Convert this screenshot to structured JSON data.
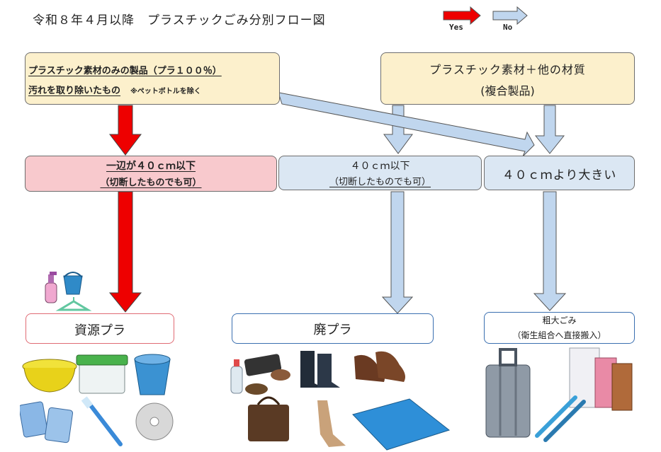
{
  "title": "令和８年４月以降　プラスチックごみ分別フロー図",
  "legend": {
    "yes": "Yes",
    "no": "No",
    "yes_color": "#ee0000",
    "no_color": "#c0d6ee"
  },
  "source_left": {
    "line1": "プラスチック素材のみの製品（プラ１００％）",
    "line2": "汚れを取り除いたもの",
    "note": "※ペットボトルを除く"
  },
  "source_right": {
    "line1": "プラスチック素材＋他の材質",
    "line2": "(複合製品)"
  },
  "size_small_pure": {
    "line1": "一辺が４０ｃｍ以下",
    "line2": "（切断したものでも可）"
  },
  "size_small_mixed": {
    "line1": "４０ｃｍ以下",
    "line2": "（切断したものでも可）"
  },
  "size_large": {
    "label": "４０ｃｍより大きい"
  },
  "dest_resource": {
    "label": "資源プラ"
  },
  "dest_waste": {
    "label": "廃プラ"
  },
  "dest_bulky": {
    "line1": "粗大ごみ",
    "line2": "（衛生組合へ直接搬入）"
  },
  "illustrations": {
    "resource": [
      "bottle-icon",
      "bucket-icon",
      "hanger-icon",
      "basin-icon",
      "container-icon",
      "card-icon",
      "toothbrush-icon",
      "cd-icon"
    ],
    "waste": [
      "bottle-icon",
      "tray-icon",
      "boots-icon",
      "shoes-icon",
      "bag-icon",
      "stockings-icon",
      "sheet-icon"
    ],
    "bulky": [
      "suitcase-icon",
      "shelf-icon",
      "ski-icon"
    ]
  }
}
